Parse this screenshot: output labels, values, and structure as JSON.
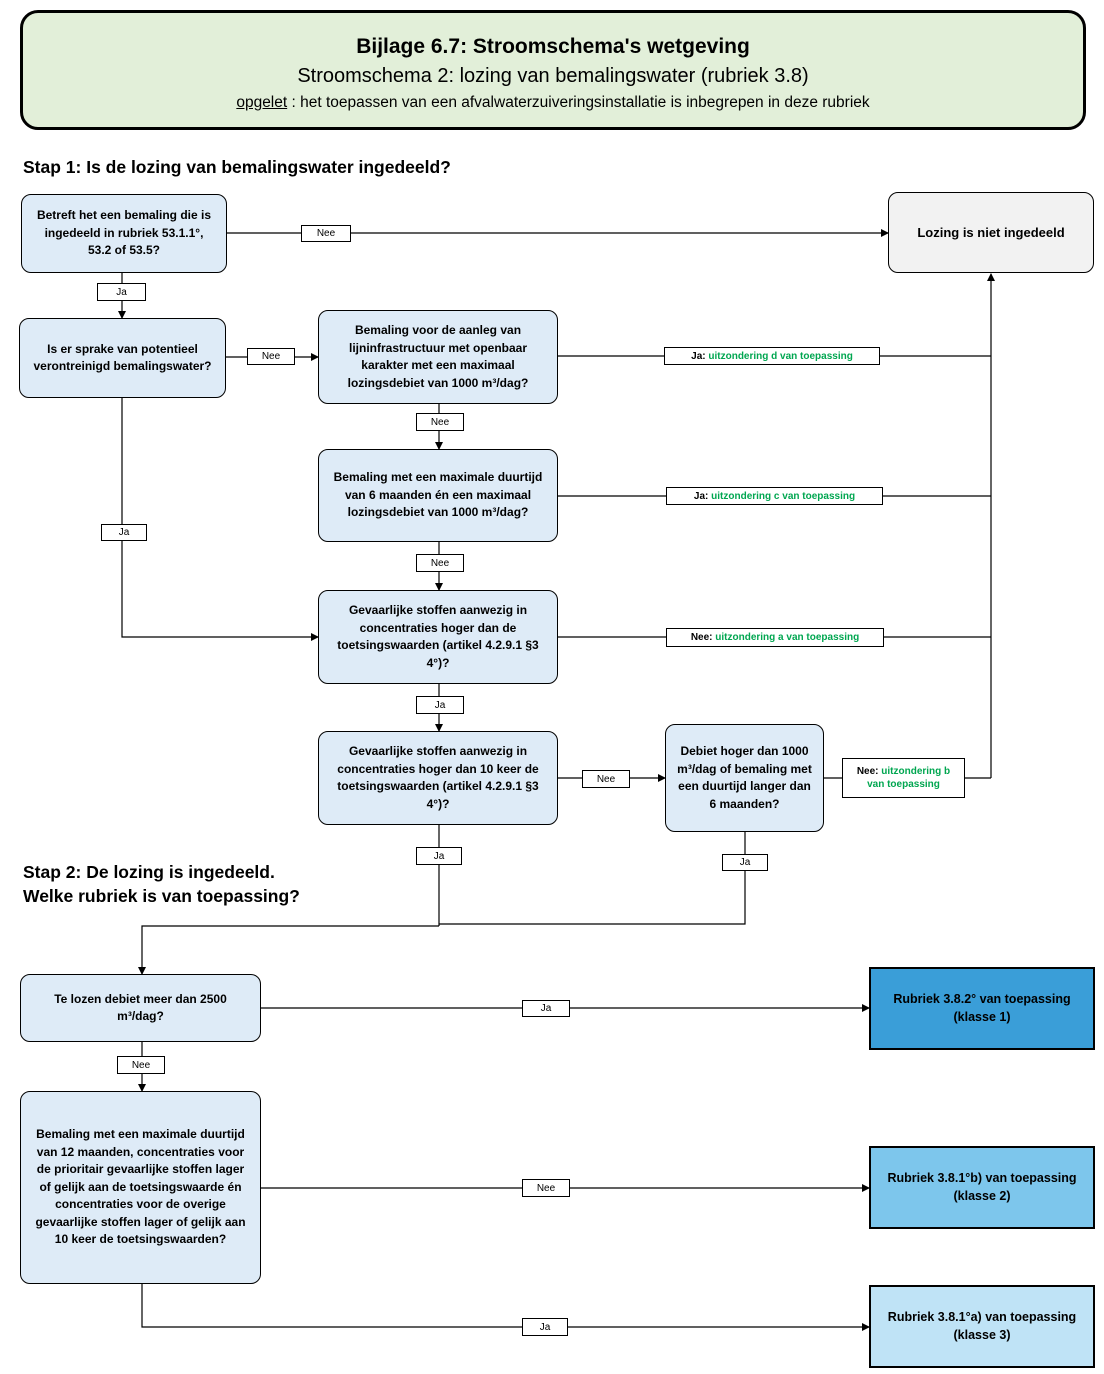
{
  "header": {
    "title": "Bijlage 6.7: Stroomschema's wetgeving",
    "subtitle": "Stroomschema 2: lozing van bemalingswater (rubriek 3.8)",
    "note_label": "opgelet",
    "note_text": " : het toepassen van een afvalwaterzuiveringsinstallatie is inbegrepen in deze rubriek"
  },
  "steps": {
    "step1": "Stap 1: Is de lozing van bemalingswater ingedeeld?",
    "step2_line1": "Stap 2: De lozing is ingedeeld.",
    "step2_line2": "Welke rubriek is van toepassing?"
  },
  "boxes": {
    "q1": "Betreft het een bemaling die is ingedeeld in rubriek 53.1.1°, 53.2 of 53.5?",
    "not_classified": "Lozing is niet ingedeeld",
    "q2": "Is er sprake van potentieel verontreinigd bemalingswater?",
    "q3": "Bemaling voor de aanleg van lijninfrastructuur met openbaar karakter met een maximaal lozingsdebiet van 1000 m³/dag?",
    "q4": "Bemaling met een maximale duurtijd van 6 maanden én een maximaal lozingsdebiet van 1000 m³/dag?",
    "q5": "Gevaarlijke stoffen aanwezig in concentraties hoger dan de toetsingswaarden (artikel 4.2.9.1 §3 4°)?",
    "q6": "Gevaarlijke stoffen aanwezig in concentraties hoger dan 10 keer de toetsingswaarden (artikel 4.2.9.1 §3 4°)?",
    "q7": "Debiet hoger dan 1000 m³/dag of bemaling met een duurtijd langer dan 6 maanden?",
    "q8": "Te lozen debiet meer dan 2500 m³/dag?",
    "q9": "Bemaling met een maximale duurtijd van 12 maanden, concentraties voor de prioritair gevaarlijke stoffen lager of gelijk aan de toetsingswaarde én concentraties voor de overige gevaarlijke stoffen lager of gelijk aan 10 keer de toetsingswaarden?",
    "rubriek1": "Rubriek 3.8.2° van toepassing (klasse 1)",
    "rubriek2": "Rubriek 3.8.1°b) van toepassing (klasse 2)",
    "rubriek3": "Rubriek 3.8.1°a) van toepassing (klasse 3)"
  },
  "labels": {
    "nee": "Nee",
    "ja": "Ja",
    "ja_prefix": "Ja:",
    "nee_prefix": "Nee:",
    "exc_d": "uitzondering d van toepassing",
    "exc_c": "uitzondering c van toepassing",
    "exc_a": "uitzondering a van toepassing",
    "exc_b_line1": "uitzondering b",
    "exc_b_line2": "van toepassing"
  },
  "colors": {
    "header_bg": "#e2efd9",
    "question_bg": "#deebf7",
    "not_classified_bg": "#f2f2f2",
    "klasse1": "#3a9ed8",
    "klasse2": "#7dc6ec",
    "klasse3": "#bfe3f6",
    "exception_text": "#00a650"
  }
}
